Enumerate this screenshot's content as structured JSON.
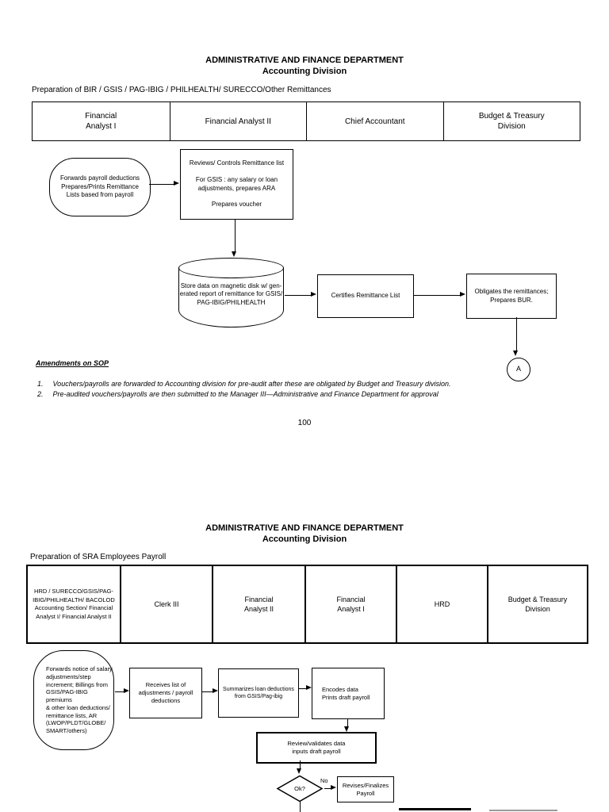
{
  "page1": {
    "title": "ADMINISTRATIVE AND FINANCE DEPARTMENT",
    "subtitle": "Accounting Division",
    "procedure": "Preparation of BIR / GSIS / PAG-IBIG / PHILHEALTH/ SURECCO/Other Remittances",
    "columns": [
      "Financial\nAnalyst I",
      "Financial Analyst II",
      "Chief Accountant",
      "Budget & Treasury\nDivision"
    ],
    "flow": {
      "start": "Forwards payroll deductions\nPrepares/Prints Remittance\nLists based from payroll",
      "reviews": "Reviews/ Controls Remittance list\n\nFor GSIS : any salary or loan\nadjustments, prepares ARA\n\nPrepares voucher",
      "store": "Store data on magnetic disk w/ gen-\nerated report of remittance for GSIS/\nPAG-IBIG/PHILHEALTH",
      "certifies": "Certifies Remittance List",
      "obligates": "Obligates the remittances;\nPrepares BUR.",
      "connector": "A"
    },
    "amendments": {
      "heading": "Amendments on SOP",
      "items": [
        {
          "num": "1.",
          "text": "Vouchers/payrolls are forwarded to Accounting division for pre-audit after these are obligated by Budget and Treasury division."
        },
        {
          "num": "2.",
          "text": "Pre-audited vouchers/payrolls are then submitted to the Manager III—Administrative and Finance Department for approval"
        }
      ]
    },
    "page_number": "100"
  },
  "page2": {
    "title": "ADMINISTRATIVE AND FINANCE DEPARTMENT",
    "subtitle": "Accounting Division",
    "procedure": "Preparation of SRA Employees Payroll",
    "columns": [
      "HRD / SURECCO/GSIS/PAG-\nIBIG/PHILHEALTH/ BACOLOD\nAccounting Section/ Financial\nAnalyst I/ Financial Analyst II",
      "Clerk III",
      "Financial\nAnalyst II",
      "Financial\nAnalyst I",
      "HRD",
      "Budget & Treasury\nDivision"
    ],
    "flow": {
      "start": "Forwards notice of salary\nadjustments/step\nincrement; Billings from\nGSIS/PAG-IBIG premiums\n& other loan deductions/\nremittance lists, AR\n(LWOP/PLDT/GLOBE/\nSMART/others)",
      "receives": "Receives list of\nadjustments / payroll\ndeductions",
      "summarizes": "Summarizes loan deductions\nfrom GSIS/Pag-ibig",
      "encodes": "Encodes data\nPrints draft payroll",
      "reviews": "Review/validates data\ninputs draft payroll",
      "decision": "Ok?",
      "decision_no": "No",
      "revises": "Revises/Finalizes\nPayroll"
    }
  },
  "colors": {
    "line": "#000000",
    "partial_box_gray": "#9a9a9a",
    "background": "#ffffff"
  }
}
